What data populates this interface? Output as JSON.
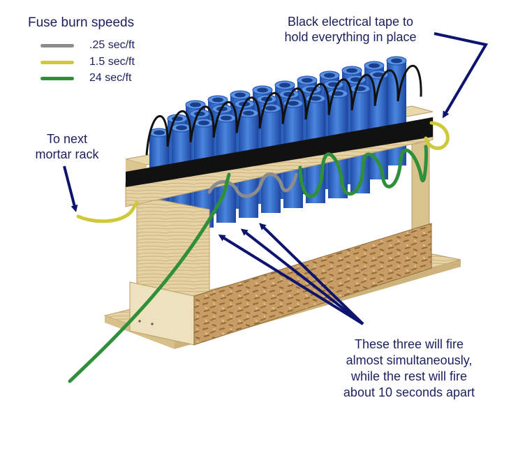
{
  "legend": {
    "title": "Fuse burn speeds",
    "items": [
      {
        "label": ".25 sec/ft",
        "color": "#8c8c8c"
      },
      {
        "label": "1.5 sec/ft",
        "color": "#cfc93a"
      },
      {
        "label": "24 sec/ft",
        "color": "#2f8f3a"
      }
    ]
  },
  "annotations": {
    "tape": {
      "line1": "Black electrical tape to",
      "line2": "hold everything in place"
    },
    "next_rack": {
      "line1": "To next",
      "line2": "mortar rack"
    },
    "simultaneous": {
      "line1": "These three will fire",
      "line2": "almost simultaneously,",
      "line3": "while the rest will fire",
      "line4": "about 10 seconds apart"
    }
  },
  "colors": {
    "arrow": "#0d1470",
    "tube": "#3a6fd0",
    "wood": "#e2cf9f",
    "osb": "#c9a46a",
    "tape": "#111111"
  }
}
